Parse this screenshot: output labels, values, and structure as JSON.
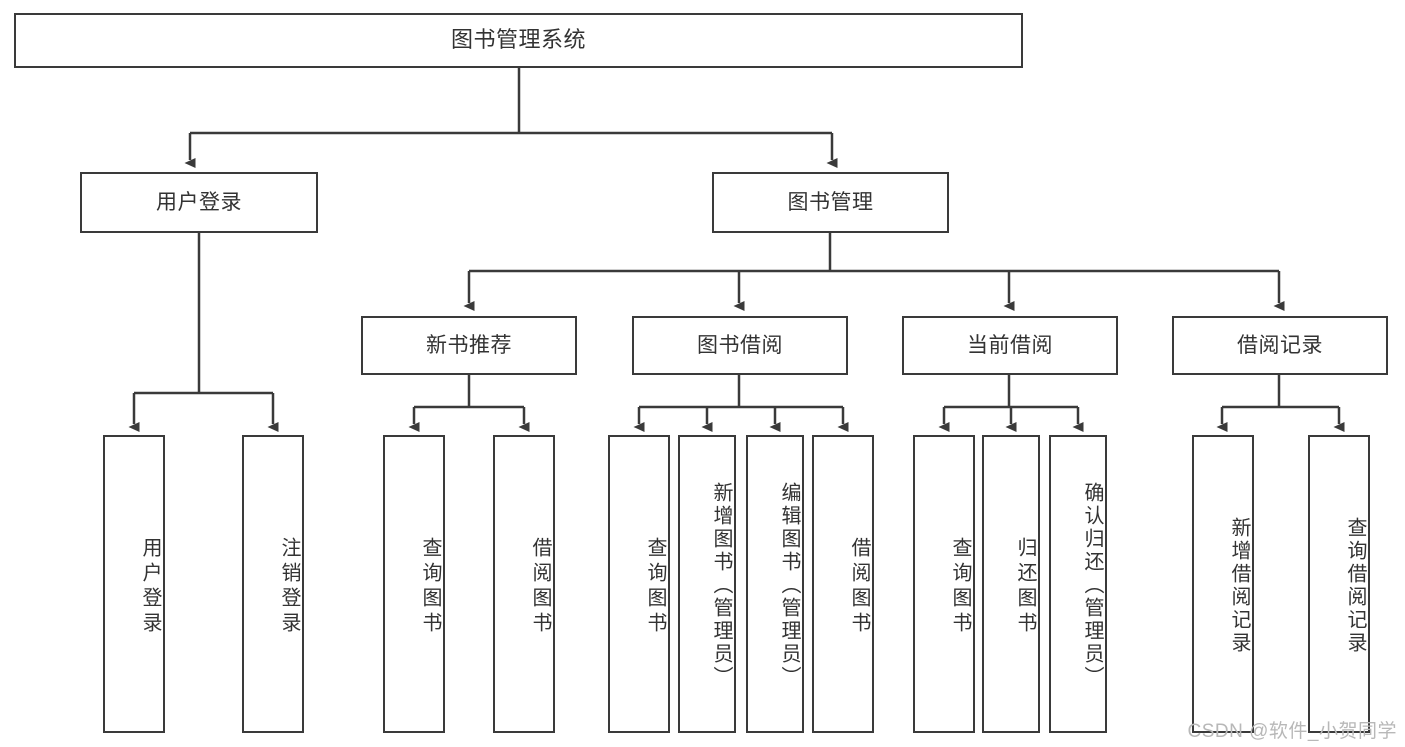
{
  "diagram": {
    "title": "图书管理系统",
    "type": "hierarchy-tree",
    "watermark": "CSDN @软件_小贺同学",
    "colors": {
      "stroke": "#3a3a3a",
      "fill": "#ffffff",
      "text": "#333333",
      "watermark": "#b8b8b8"
    },
    "nodes": {
      "root": {
        "label": "图书管理系统"
      },
      "level2": [
        {
          "label": "用户登录"
        },
        {
          "label": "图书管理"
        }
      ],
      "level3": [
        {
          "label": "新书推荐"
        },
        {
          "label": "图书借阅"
        },
        {
          "label": "当前借阅"
        },
        {
          "label": "借阅记录"
        }
      ],
      "leaves": {
        "user_login": [
          {
            "label": "用户登录"
          },
          {
            "label": "注销登录"
          }
        ],
        "new_book": [
          {
            "label": "查询图书"
          },
          {
            "label": "借阅图书"
          }
        ],
        "book_borrow": [
          {
            "label": "查询图书"
          },
          {
            "label": "新增图书（管理员）"
          },
          {
            "label": "编辑图书（管理员）"
          },
          {
            "label": "借阅图书"
          }
        ],
        "current_borrow": [
          {
            "label": "查询图书"
          },
          {
            "label": "归还图书"
          },
          {
            "label": "确认归还（管理员）"
          }
        ],
        "borrow_record": [
          {
            "label": "新增借阅记录"
          },
          {
            "label": "查询借阅记录"
          }
        ]
      }
    }
  }
}
